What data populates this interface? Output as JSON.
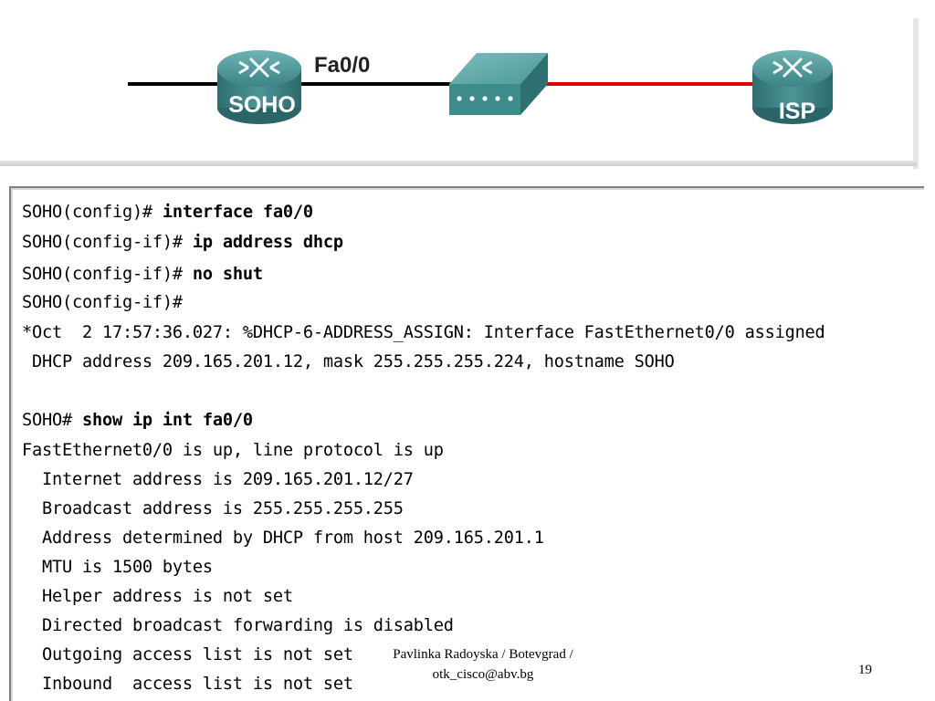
{
  "topology": {
    "left_router_label": "SOHO",
    "interface_label": "Fa0/0",
    "right_router_label": "ISP",
    "colors": {
      "router_fill": "#3f8a8c",
      "switch_fill": "#4f9c9a",
      "left_link": "#000000",
      "right_link": "#e00000"
    }
  },
  "terminal": {
    "lines": [
      {
        "prompt": "SOHO(config)# ",
        "command": "interface fa0/0"
      },
      {
        "prompt": "SOHO(config-if)# ",
        "command": "ip address dhcp"
      },
      {
        "prompt": "SOHO(config-if)# ",
        "command": "no shut"
      },
      {
        "prompt": "SOHO(config-if)#",
        "command": ""
      },
      {
        "prompt": "*Oct  2 17:57:36.027: %DHCP-6-ADDRESS_ASSIGN: Interface FastEthernet0/0 assigned",
        "command": ""
      },
      {
        "prompt": " DHCP address 209.165.201.12, mask 255.255.255.224, hostname SOHO",
        "command": ""
      },
      {
        "prompt": "",
        "command": ""
      },
      {
        "prompt": "SOHO# ",
        "command": "show ip int fa0/0"
      },
      {
        "prompt": "FastEthernet0/0 is up, line protocol is up",
        "command": ""
      },
      {
        "prompt": "  Internet address is 209.165.201.12/27",
        "command": ""
      },
      {
        "prompt": "  Broadcast address is 255.255.255.255",
        "command": ""
      },
      {
        "prompt": "  Address determined by DHCP from host 209.165.201.1",
        "command": ""
      },
      {
        "prompt": "  MTU is 1500 bytes",
        "command": ""
      },
      {
        "prompt": "  Helper address is not set",
        "command": ""
      },
      {
        "prompt": "  Directed broadcast forwarding is disabled",
        "command": ""
      },
      {
        "prompt": "  Outgoing access list is not set",
        "command": ""
      },
      {
        "prompt": "  Inbound  access list is not set",
        "command": ""
      }
    ]
  },
  "footer": {
    "credit_line1": "Pavlinka Radoyska / Botevgrad /",
    "credit_line2": "otk_cisco@abv.bg",
    "page_number": "19"
  }
}
